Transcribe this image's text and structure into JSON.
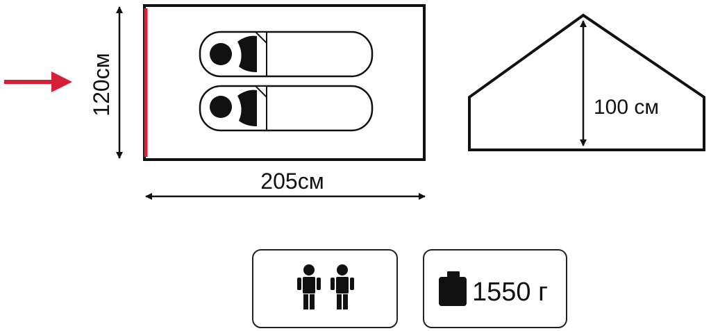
{
  "top_view": {
    "width_label": "205см",
    "depth_label": "120см"
  },
  "side_view": {
    "height_label": "100 см"
  },
  "info_cards": {
    "capacity": {
      "icon": "two-persons-icon"
    },
    "weight": {
      "icon": "weight-icon",
      "label": "1550 г"
    }
  },
  "colors": {
    "entrance": "#d6203a",
    "line": "#111111",
    "card_border": "#222222"
  }
}
